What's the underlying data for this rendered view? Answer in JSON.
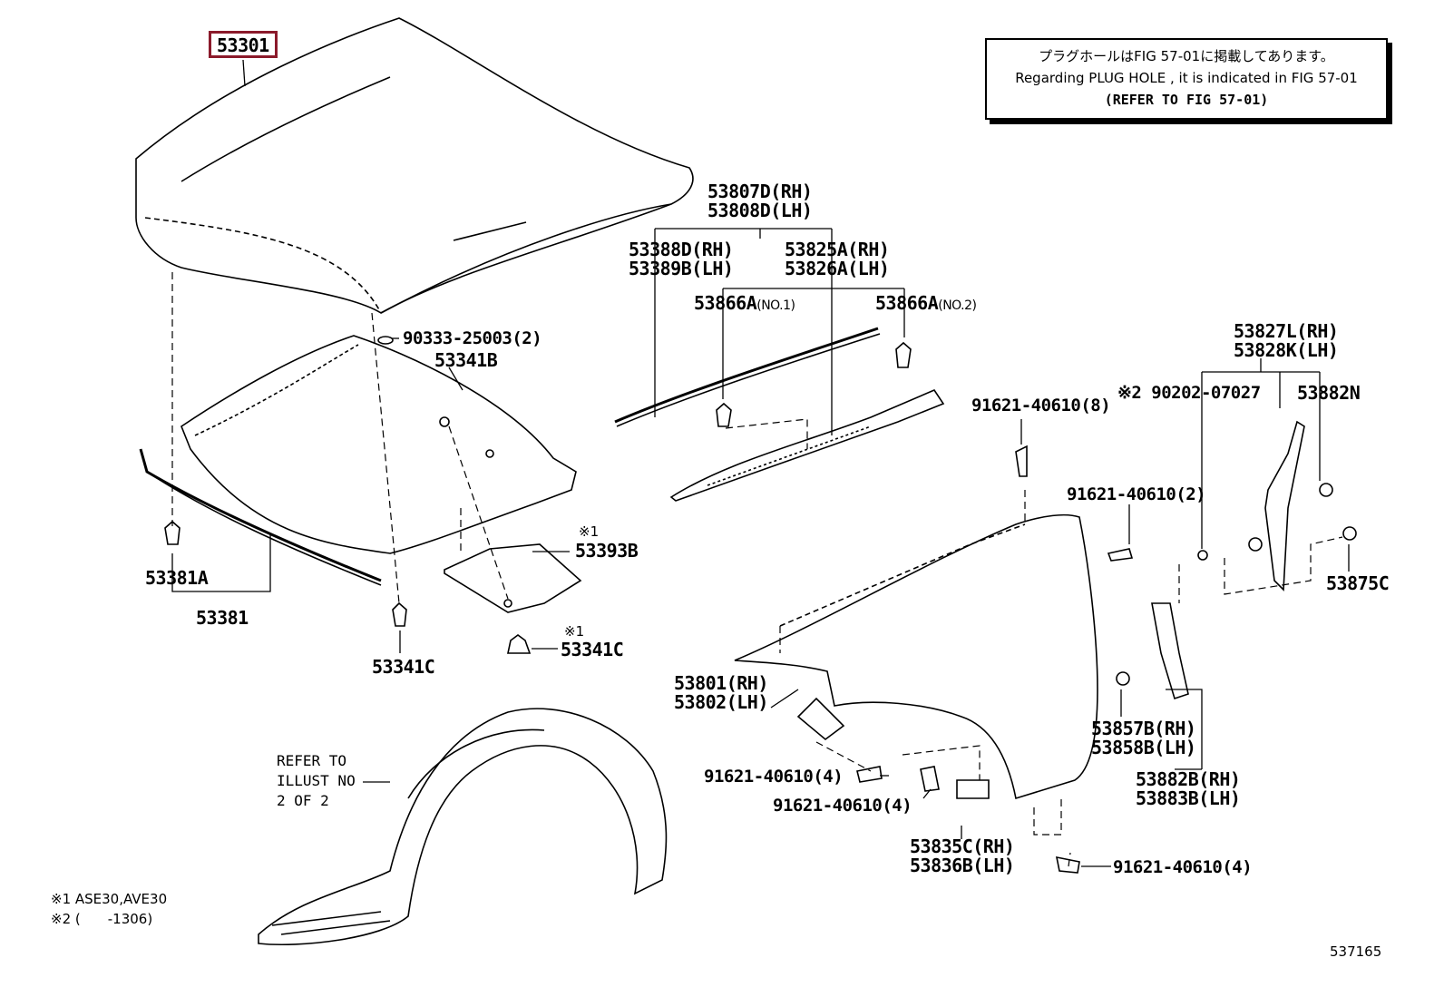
{
  "highlighted_part": "53301",
  "info_box": {
    "line1": "プラグホールはFIG 57-01に掲載してあります。",
    "line2": "Regarding PLUG HOLE , it is indicated in FIG 57-01",
    "line3": "(REFER TO FIG 57-01)"
  },
  "labels": {
    "p53807d": "53807D(RH)",
    "p53808d": "53808D(LH)",
    "p53388d": "53388D(RH)",
    "p53389b": "53389B(LH)",
    "p53825a": "53825A(RH)",
    "p53826a": "53826A(LH)",
    "p53866a_1": "53866A",
    "p53866a_1_suffix": "(NO.1)",
    "p53866a_2": "53866A",
    "p53866a_2_suffix": "(NO.2)",
    "p90333": "90333-25003(2)",
    "p53341b": "53341B",
    "p53827l": "53827L(RH)",
    "p53828k": "53828K(LH)",
    "p90202": "※2 90202-07027",
    "p53882n": "53882N",
    "p91621_8": "91621-40610(8)",
    "p91621_2": "91621-40610(2)",
    "p53393b_note": "※1",
    "p53393b": "53393B",
    "p53381a": "53381A",
    "p53381": "53381",
    "p53341c_note": "※1",
    "p53341c_right": "53341C",
    "p53341c_left": "53341C",
    "p53875c": "53875C",
    "p53801": "53801(RH)",
    "p53802": "53802(LH)",
    "p53857b": "53857B(RH)",
    "p53858b": "53858B(LH)",
    "p53882b": "53882B(RH)",
    "p53883b": "53883B(LH)",
    "p91621_4a": "91621-40610(4)",
    "p91621_4b": "91621-40610(4)",
    "p53835c": "53835C(RH)",
    "p53836b": "53836B(LH)",
    "p91621_4c": "91621-40610(4)"
  },
  "refer_text": "REFER TO\nILLUST NO\n2 OF 2",
  "footnotes": {
    "note1": "※1 ASE30,AVE30",
    "note2": "※2 (　　-1306)"
  },
  "figure_id": "537165"
}
